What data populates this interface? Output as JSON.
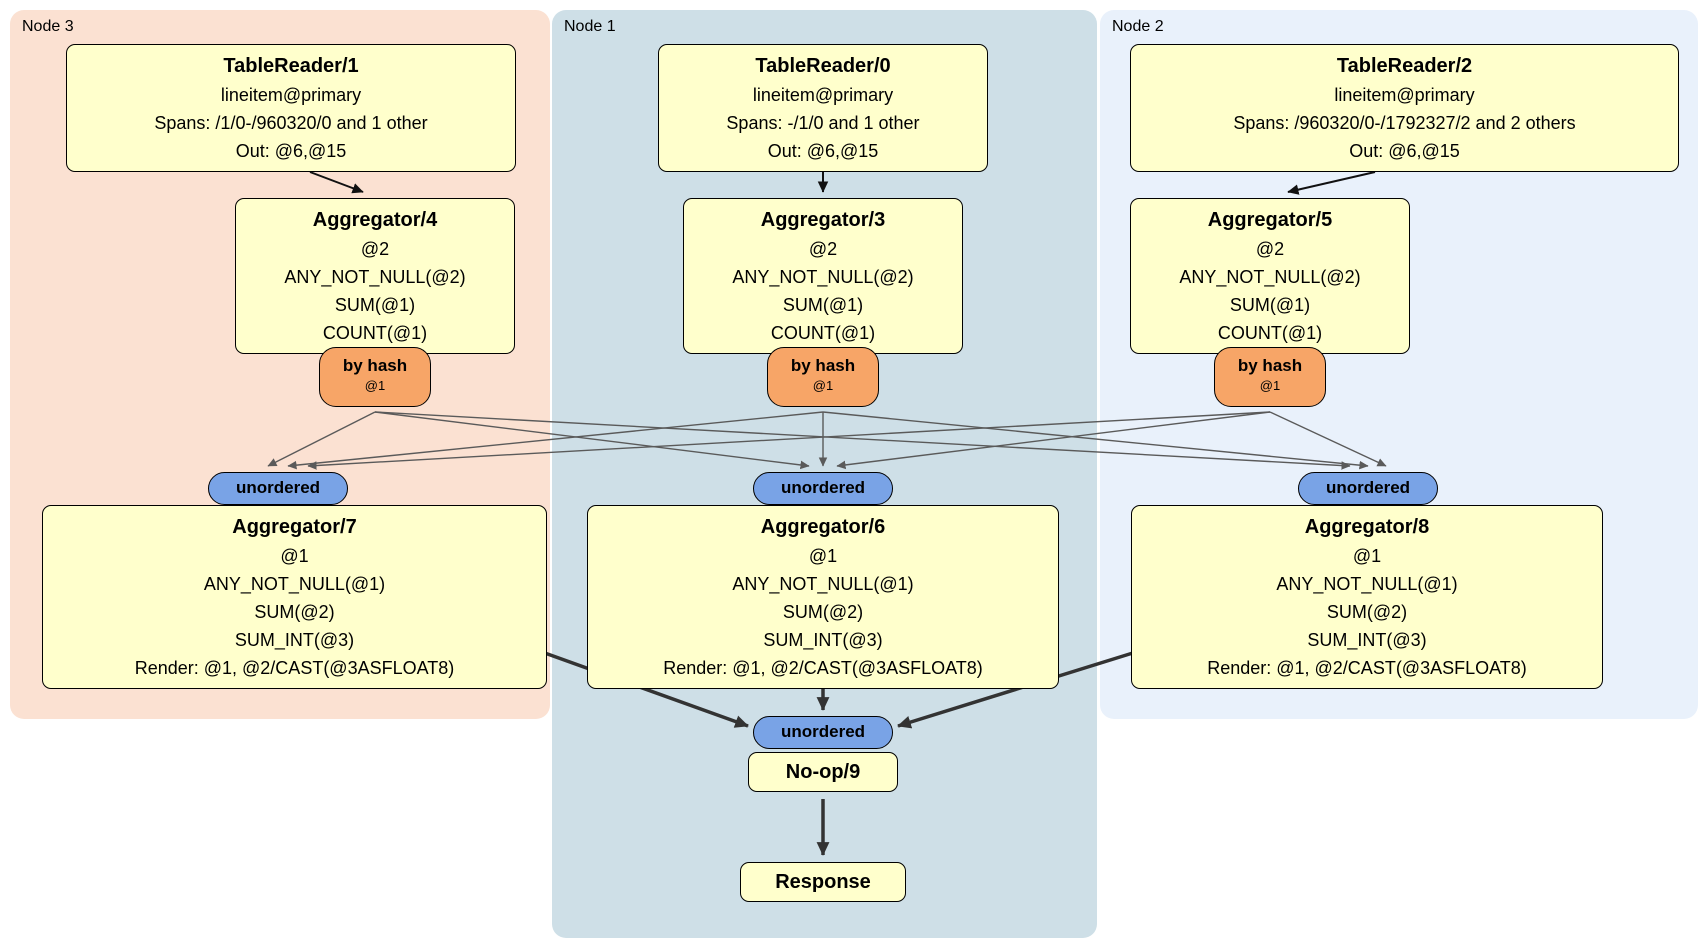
{
  "nodes": [
    {
      "label": "Node 3",
      "table_reader": {
        "title": "TableReader/1",
        "lines": [
          "lineitem@primary",
          "Spans: /1/0-/960320/0 and 1 other",
          "Out: @6,@15"
        ]
      },
      "aggregator_top": {
        "title": "Aggregator/4",
        "lines": [
          "@2",
          "ANY_NOT_NULL(@2)",
          "SUM(@1)",
          "COUNT(@1)"
        ]
      },
      "router": {
        "label": "by hash",
        "detail": "@1"
      },
      "stream": {
        "label": "unordered"
      },
      "aggregator_bottom": {
        "title": "Aggregator/7",
        "lines": [
          "@1",
          "ANY_NOT_NULL(@1)",
          "SUM(@2)",
          "SUM_INT(@3)",
          "Render: @1, @2/CAST(@3ASFLOAT8)"
        ]
      }
    },
    {
      "label": "Node 1",
      "table_reader": {
        "title": "TableReader/0",
        "lines": [
          "lineitem@primary",
          "Spans: -/1/0 and 1 other",
          "Out: @6,@15"
        ]
      },
      "aggregator_top": {
        "title": "Aggregator/3",
        "lines": [
          "@2",
          "ANY_NOT_NULL(@2)",
          "SUM(@1)",
          "COUNT(@1)"
        ]
      },
      "router": {
        "label": "by hash",
        "detail": "@1"
      },
      "stream": {
        "label": "unordered"
      },
      "aggregator_bottom": {
        "title": "Aggregator/6",
        "lines": [
          "@1",
          "ANY_NOT_NULL(@1)",
          "SUM(@2)",
          "SUM_INT(@3)",
          "Render: @1, @2/CAST(@3ASFLOAT8)"
        ]
      }
    },
    {
      "label": "Node 2",
      "table_reader": {
        "title": "TableReader/2",
        "lines": [
          "lineitem@primary",
          "Spans: /960320/0-/1792327/2 and 2 others",
          "Out: @6,@15"
        ]
      },
      "aggregator_top": {
        "title": "Aggregator/5",
        "lines": [
          "@2",
          "ANY_NOT_NULL(@2)",
          "SUM(@1)",
          "COUNT(@1)"
        ]
      },
      "router": {
        "label": "by hash",
        "detail": "@1"
      },
      "stream": {
        "label": "unordered"
      },
      "aggregator_bottom": {
        "title": "Aggregator/8",
        "lines": [
          "@1",
          "ANY_NOT_NULL(@1)",
          "SUM(@2)",
          "SUM_INT(@3)",
          "Render: @1, @2/CAST(@3ASFLOAT8)"
        ]
      }
    }
  ],
  "final": {
    "stream": {
      "label": "unordered"
    },
    "noop": {
      "title": "No-op/9"
    },
    "response": {
      "title": "Response"
    }
  },
  "colors": {
    "node3_bg": "#fbe1d2",
    "node1_bg": "#cedfe7",
    "node2_bg": "#e9f1fb",
    "processor_bg": "#ffffcc",
    "router_bg": "#f7a567",
    "stream_bg": "#79a3e6"
  }
}
